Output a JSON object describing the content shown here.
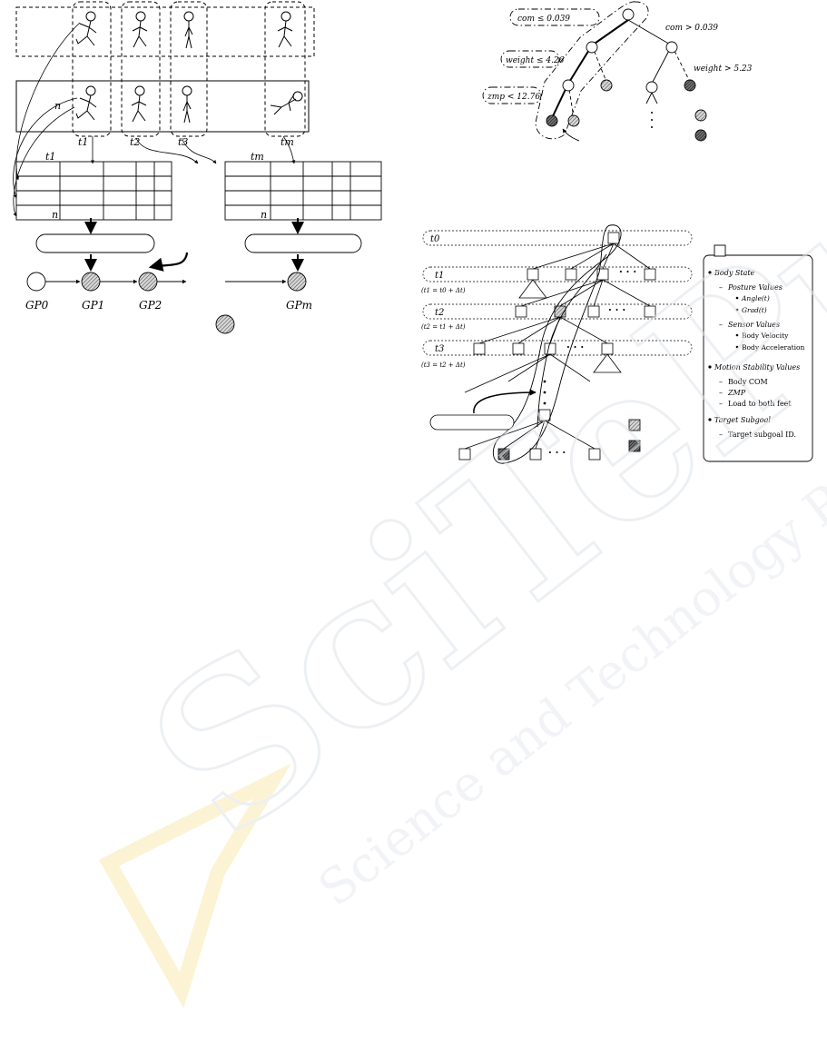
{
  "left_figure": {
    "frame_labels": [
      "t1",
      "t2",
      "t3",
      "tm"
    ],
    "row_label": "n",
    "table1_time": "t1",
    "table2_time": "tm",
    "table_row_label": "n",
    "gp_labels": [
      "GP0",
      "GP1",
      "GP2",
      "GPm"
    ]
  },
  "decision_tree": {
    "rules": [
      "com ≤ 0.039",
      "weight ≤ 4.26",
      "zmp < 12.76"
    ],
    "right_rules": [
      "com > 0.039",
      "weight > 5.23"
    ]
  },
  "search_tree": {
    "levels": [
      "t0",
      "t1",
      "t2",
      "t3"
    ],
    "level_eqs": [
      "(t1 = t0 + Δt)",
      "(t2 = t1 + Δt)",
      "(t3 = t2 + Δt)"
    ],
    "ellipsis": "· · ·"
  },
  "legend": {
    "sections": [
      {
        "title": "Body State",
        "items": [
          {
            "label": "Posture Values",
            "italic": true,
            "sub": [
              "Angle(t)",
              "Grad(t)"
            ],
            "sub_italic": true
          },
          {
            "label": "Sensor Values",
            "italic": true,
            "sub": [
              "Body Velocity",
              "Body Acceleration"
            ],
            "sub_italic": false
          }
        ]
      },
      {
        "title": "Motion Stability Values",
        "items": [
          {
            "label": "Body COM",
            "italic": false,
            "sub": []
          },
          {
            "label": "ZMP",
            "italic": true,
            "sub": []
          },
          {
            "label": "Load to both feet",
            "italic": false,
            "sub": []
          }
        ]
      },
      {
        "title": "Target Subgoal",
        "items": [
          {
            "label": "Target subgoal ID.",
            "italic": false,
            "sub": []
          }
        ]
      }
    ]
  },
  "watermark": {
    "logo_text": "SciTePress",
    "tagline": "Science and Technology Publications",
    "color": "#dfe3ea",
    "accent": "#f7e9b0"
  },
  "colors": {
    "ink": "#000000",
    "hatch_light": "#9a9a9a",
    "hatch_dark": "#3a3a3a"
  }
}
